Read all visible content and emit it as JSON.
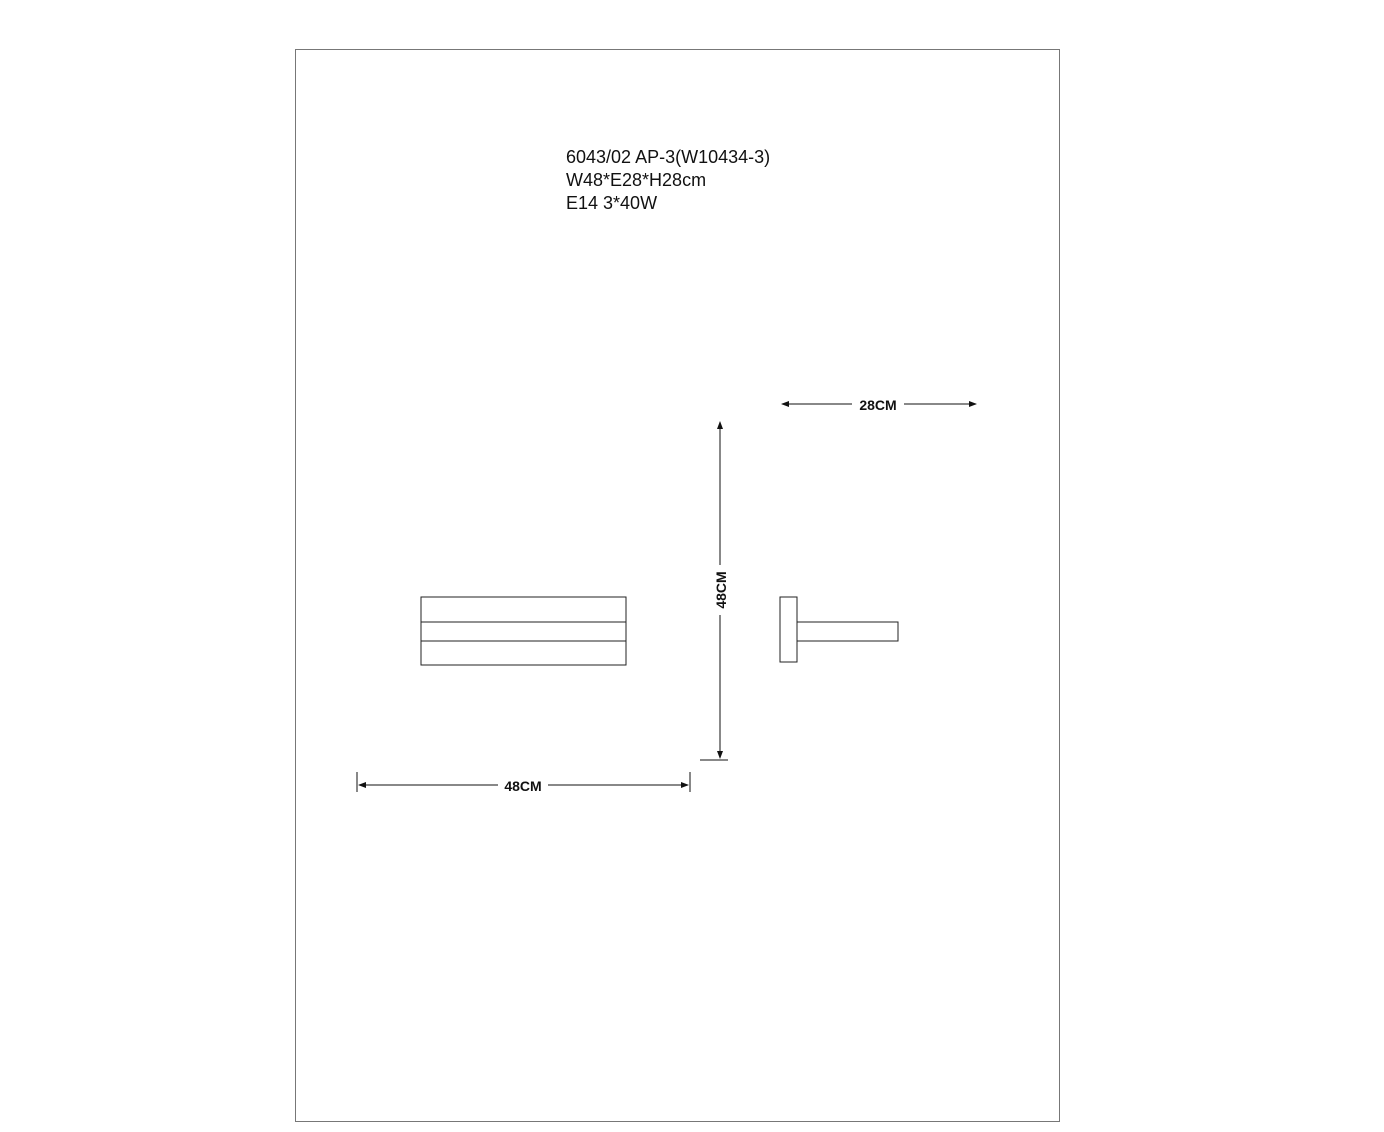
{
  "spec": {
    "model": "6043/02 AP-3(W10434-3)",
    "dimensions": "W48*E28*H28cm",
    "lamp": "E14 3*40W"
  },
  "front_view": {
    "width_label": "48CM",
    "height_label": "48CM"
  },
  "side_view": {
    "depth_label": "28CM"
  }
}
